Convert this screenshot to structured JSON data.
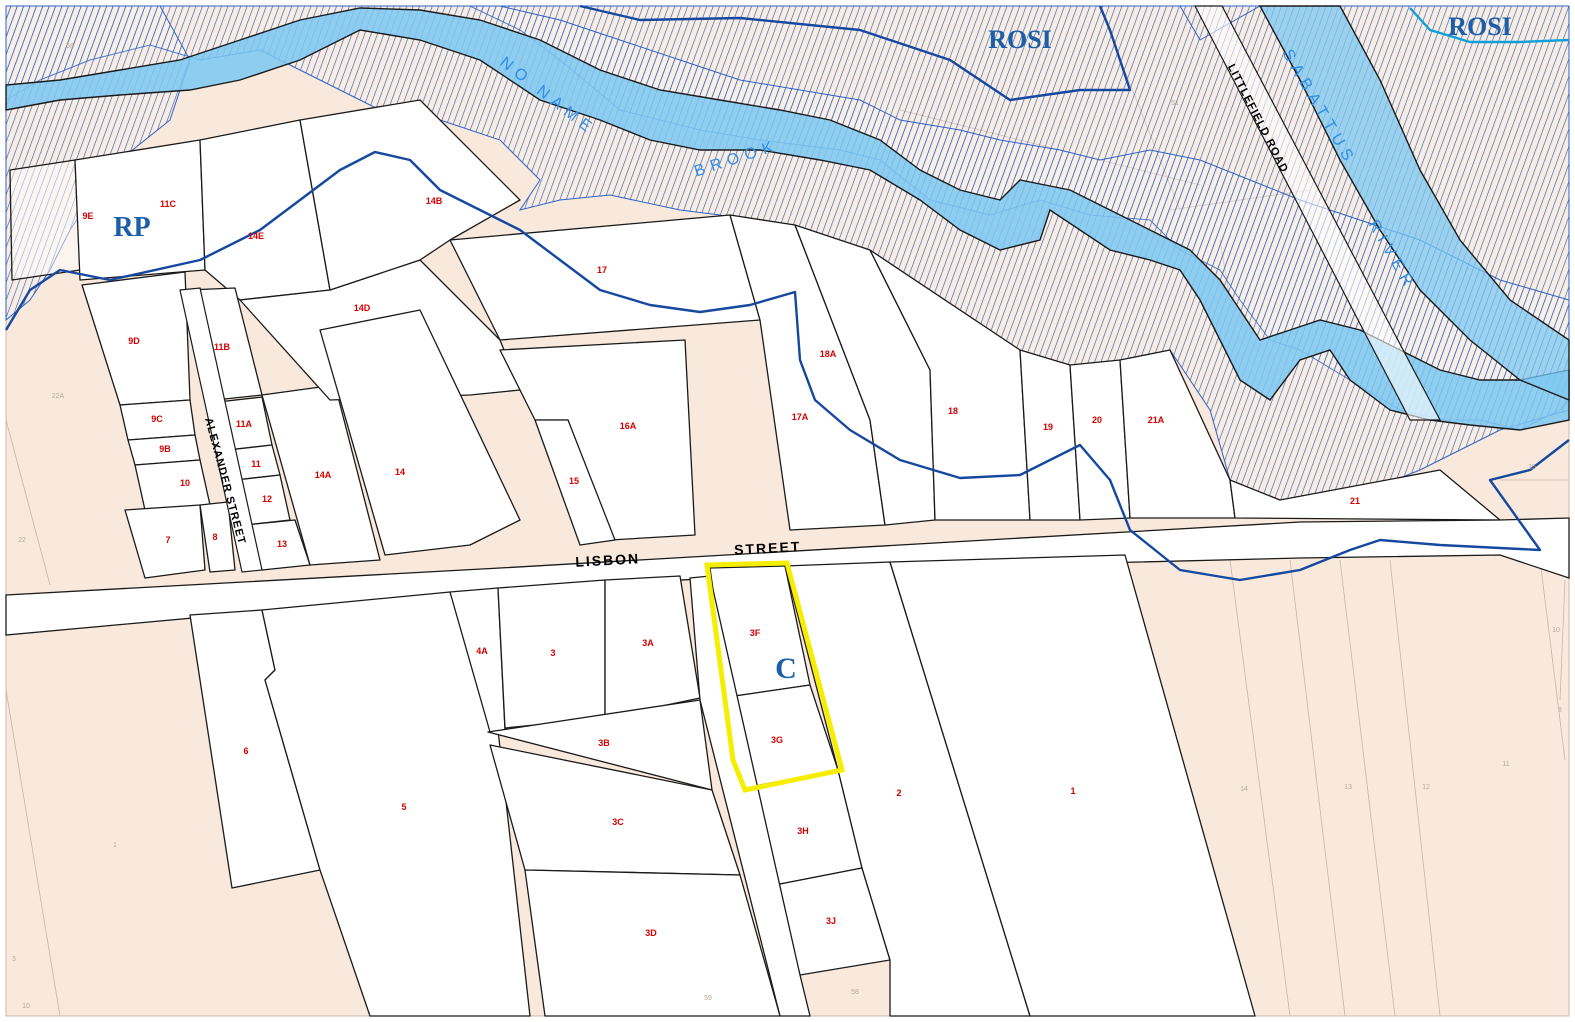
{
  "colors": {
    "land": "#f8e9dc",
    "parcel": "#ffffff",
    "water_fill": "#7cc8f2",
    "hatch": "#2f63c4",
    "zone_line": "#1648a0",
    "highlight": "#f6ee00",
    "label_red": "#d40000",
    "zone_text": "#1d5ea8",
    "water_text": "#2d8ee8"
  },
  "streets": {
    "lisbon": "LISBON",
    "street": "STREET",
    "alexander": "ALEXANDER STREET",
    "littlefield": "LITTLEFIELD ROAD"
  },
  "water": {
    "brook_a": "NO NAME",
    "brook_b": "BROOK",
    "river_a": "SABATTUS",
    "river_b": "RIVER"
  },
  "zones": {
    "rosi_1": "ROSI",
    "rosi_2": "ROSI",
    "rp": "RP",
    "c": "C"
  },
  "parcels": {
    "p9E": "9E",
    "p11C": "11C",
    "p14E": "14E",
    "p14B": "14B",
    "p17": "17",
    "p14D": "14D",
    "p9D": "9D",
    "p11B": "11B",
    "p18A": "18A",
    "p9C": "9C",
    "p11A": "11A",
    "p16A": "16A",
    "p17A": "17A",
    "p18": "18",
    "p19": "19",
    "p20": "20",
    "p21A": "21A",
    "p9B": "9B",
    "p11": "11",
    "p10": "10",
    "p14A": "14A",
    "p14": "14",
    "p12": "12",
    "p15": "15",
    "p21": "21",
    "p7": "7",
    "p8": "8",
    "p13": "13",
    "p3F": "3F",
    "p4A": "4A",
    "p3": "3",
    "p3A": "3A",
    "p3B": "3B",
    "p3G": "3G",
    "p6": "6",
    "p2": "2",
    "p1": "1",
    "p5": "5",
    "p3C": "3C",
    "p3H": "3H",
    "p3J": "3J",
    "p3D": "3D"
  },
  "ghost_labels": {
    "g58": "58",
    "g51": "51",
    "g22A": "22A",
    "g22": "22",
    "g15": "15",
    "g10": "10",
    "g8": "8",
    "g11": "11",
    "g12": "12",
    "g13": "13",
    "g14": "14",
    "g1": "1",
    "g3": "3",
    "g10b": "10",
    "g59": "59",
    "g58b": "58"
  }
}
